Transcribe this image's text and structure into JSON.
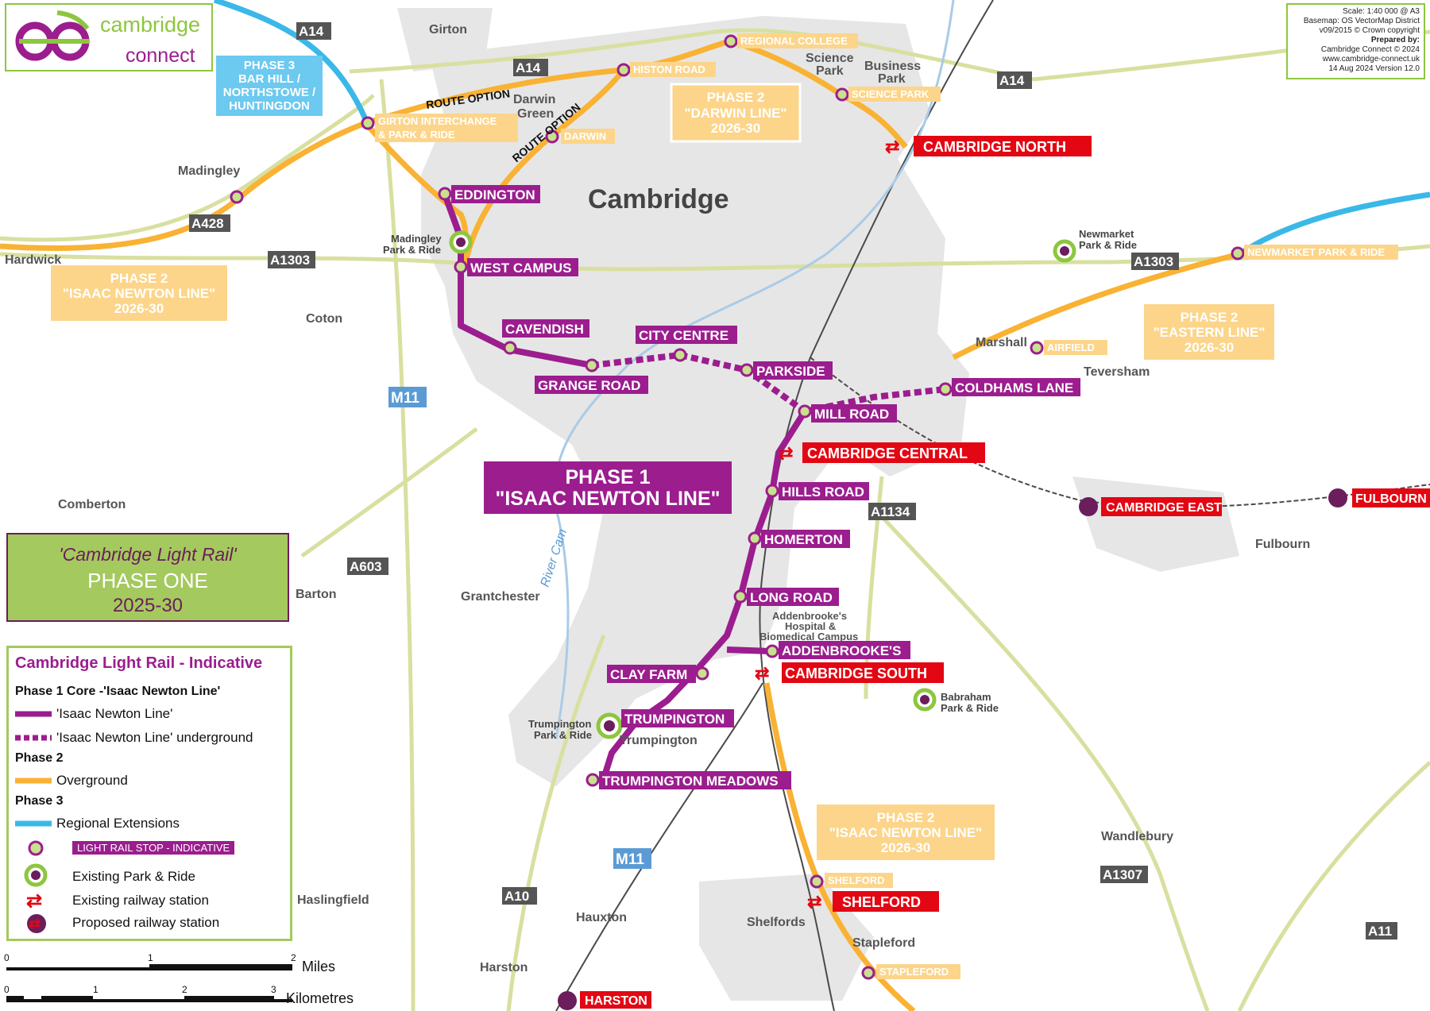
{
  "logo": {
    "line1": "cambridge",
    "line2": "connect"
  },
  "info": {
    "scale": "Scale:  1:40 000 @ A3",
    "basemap1": "Basemap: OS VectorMap District",
    "basemap2": "v09/2015 © Crown copyright",
    "prepared": "Prepared by:",
    "org": "Cambridge Connect © 2024",
    "url": "www.cambridge-connect.uk",
    "date": "14 Aug 2024 Version 12.0"
  },
  "city_label": "Cambridge",
  "places": [
    {
      "id": "girton",
      "text": "Girton"
    },
    {
      "id": "darwin-green-1",
      "text": "Darwin"
    },
    {
      "id": "darwin-green-2",
      "text": "Green"
    },
    {
      "id": "science-park-1",
      "text": "Science"
    },
    {
      "id": "science-park-2",
      "text": "Park"
    },
    {
      "id": "business-park-1",
      "text": "Business"
    },
    {
      "id": "business-park-2",
      "text": "Park"
    },
    {
      "id": "madingley",
      "text": "Madingley"
    },
    {
      "id": "hardwick",
      "text": "Hardwick"
    },
    {
      "id": "coton",
      "text": "Coton"
    },
    {
      "id": "marshall",
      "text": "Marshall"
    },
    {
      "id": "teversham",
      "text": "Teversham"
    },
    {
      "id": "comberton",
      "text": "Comberton"
    },
    {
      "id": "barton",
      "text": "Barton"
    },
    {
      "id": "grantchester",
      "text": "Grantchester"
    },
    {
      "id": "trumpington",
      "text": "Trumpington"
    },
    {
      "id": "fulbourn",
      "text": "Fulbourn"
    },
    {
      "id": "wandlebury",
      "text": "Wandlebury"
    },
    {
      "id": "haslingfield",
      "text": "Haslingfield"
    },
    {
      "id": "hauxton",
      "text": "Hauxton"
    },
    {
      "id": "shelfords",
      "text": "Shelfords"
    },
    {
      "id": "stapleford",
      "text": "Stapleford"
    },
    {
      "id": "harston",
      "text": "Harston"
    },
    {
      "id": "addenbrookes-1",
      "text": "Addenbrooke's"
    },
    {
      "id": "addenbrookes-2",
      "text": "Hospital &"
    },
    {
      "id": "addenbrookes-3",
      "text": "Biomedical Campus"
    },
    {
      "id": "river-cam",
      "text": "River Cam"
    }
  ],
  "roads": [
    "A14",
    "A14",
    "A14",
    "A428",
    "A1303",
    "A1303",
    "M11",
    "M11",
    "A603",
    "A1134",
    "A10",
    "A1307",
    "A11"
  ],
  "route_option": "ROUTE OPTION",
  "park_and_ride": [
    {
      "id": "madingley-pr",
      "l1": "Madingley",
      "l2": "Park & Ride"
    },
    {
      "id": "newmarket-pr",
      "l1": "Newmarket",
      "l2": "Park & Ride"
    },
    {
      "id": "babraham-pr",
      "l1": "Babraham",
      "l2": "Park & Ride"
    },
    {
      "id": "trumpington-pr",
      "l1": "Trumpington",
      "l2": "Park & Ride"
    }
  ],
  "phase1_stops": [
    "EDDINGTON",
    "WEST CAMPUS",
    "CAVENDISH",
    "GRANGE ROAD",
    "CITY CENTRE",
    "PARKSIDE",
    "MILL ROAD",
    "COLDHAMS LANE",
    "HILLS ROAD",
    "HOMERTON",
    "LONG ROAD",
    "ADDENBROOKE'S",
    "CLAY FARM",
    "TRUMPINGTON",
    "TRUMPINGTON MEADOWS"
  ],
  "phase2_stops": [
    "GIRTON INTERCHANGE",
    "& PARK & RIDE",
    "REGIONAL COLLEGE",
    "HISTON ROAD",
    "SCIENCE PARK",
    "DARWIN",
    "NEWMARKET PARK & RIDE",
    "AIRFIELD",
    "SHELFORD",
    "STAPLEFORD"
  ],
  "stations": {
    "existing": [
      "CAMBRIDGE NORTH",
      "CAMBRIDGE CENTRAL",
      "CAMBRIDGE SOUTH",
      "SHELFORD"
    ],
    "proposed": [
      "CAMBRIDGE EAST",
      "FULBOURN",
      "HARSTON"
    ]
  },
  "phase_boxes": {
    "phase3": [
      "PHASE 3",
      "BAR HILL /",
      "NORTHSTOWE /",
      "HUNTINGDON"
    ],
    "darwin": [
      "PHASE 2",
      "\"DARWIN LINE\"",
      "2026-30"
    ],
    "isaac_west": [
      "PHASE 2",
      "\"ISAAC NEWTON LINE\"",
      "2026-30"
    ],
    "eastern": [
      "PHASE 2",
      "\"EASTERN LINE\"",
      "2026-30"
    ],
    "isaac_south": [
      "PHASE 2",
      "\"ISAAC NEWTON LINE\"",
      "2026-30"
    ],
    "phase1": [
      "PHASE 1",
      "\"ISAAC NEWTON LINE\""
    ]
  },
  "phase_title": {
    "subtitle": "'Cambridge Light Rail'",
    "phase": "PHASE ONE",
    "years": "2025-30"
  },
  "legend": {
    "title": "Cambridge Light Rail - Indicative",
    "h1": "Phase 1 Core -'Isaac Newton Line'",
    "i1": "'Isaac Newton Line'",
    "i2": "'Isaac Newton Line' underground",
    "h2": "Phase 2",
    "i3": "Overground",
    "h3": "Phase 3",
    "i4": "Regional Extensions",
    "i5": "LIGHT RAIL STOP - INDICATIVE",
    "i6": "Existing Park & Ride",
    "i7": "Existing railway station",
    "i8": "Proposed railway station"
  },
  "scale": {
    "miles": "Miles",
    "km": "Kilometres",
    "m0": "0",
    "m1": "1",
    "m2": "2",
    "k0": "0",
    "k1": "1",
    "k2": "2",
    "k3": "3"
  },
  "colors": {
    "phase1": "#9b1d8e",
    "phase2": "#f9b233",
    "phase3": "#3ab8e8",
    "rail": "#e30613",
    "urban": "#e6e6e6",
    "road": "#d9df9f",
    "green": "#8dc63f"
  }
}
